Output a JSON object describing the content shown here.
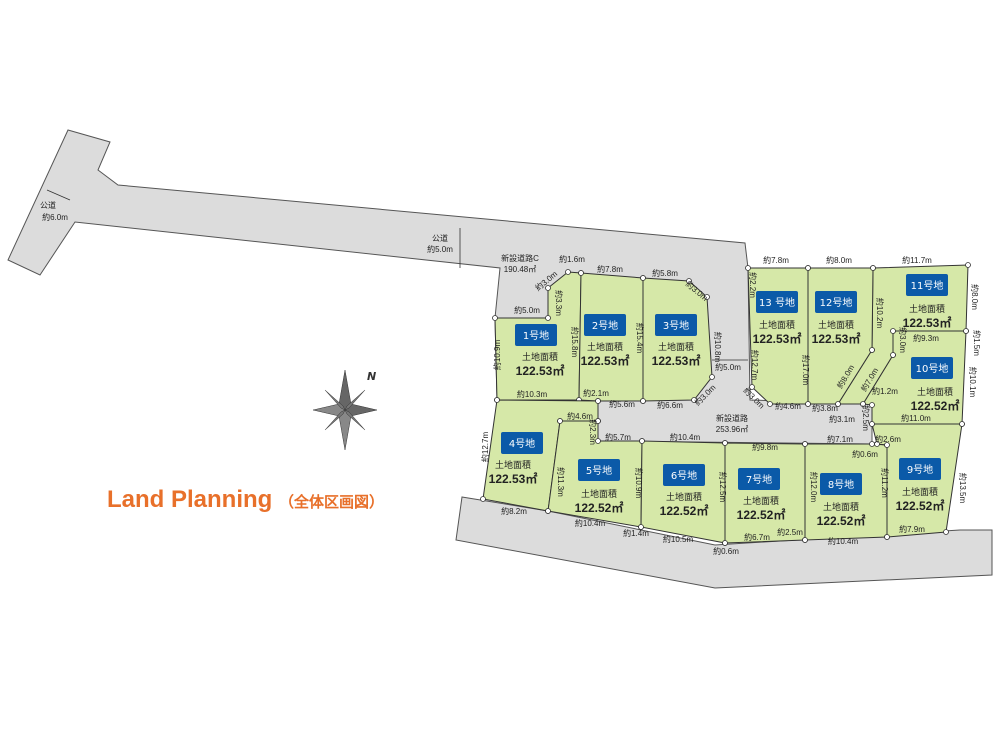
{
  "title": {
    "main": "Land Planning",
    "sub": "（全体区画図）"
  },
  "colors": {
    "lot_fill": "#d6e8a8",
    "road_fill": "#dcdcdc",
    "badge": "#0b5aa8",
    "title": "#e8702a"
  },
  "compass": {
    "label": "N"
  },
  "area_heading": "土地面積",
  "lots": [
    {
      "name": "1号地",
      "area": "122.53㎡"
    },
    {
      "name": "2号地",
      "area": "122.53㎡"
    },
    {
      "name": "3号地",
      "area": "122.53㎡"
    },
    {
      "name": "4号地",
      "area": "122.53㎡"
    },
    {
      "name": "5号地",
      "area": "122.52㎡"
    },
    {
      "name": "6号地",
      "area": "122.52㎡"
    },
    {
      "name": "7号地",
      "area": "122.52㎡"
    },
    {
      "name": "8号地",
      "area": "122.52㎡"
    },
    {
      "name": "9号地",
      "area": "122.52㎡"
    },
    {
      "name": "10号地",
      "area": "122.52㎡"
    },
    {
      "name": "11号地",
      "area": "122.53㎡"
    },
    {
      "name": "12号地",
      "area": "122.53㎡"
    },
    {
      "name": "13 号地",
      "area": "122.53㎡"
    }
  ],
  "roads": {
    "public_road_1": {
      "label": "公道",
      "width": "約6.0m"
    },
    "public_road_2": {
      "label": "公道",
      "width": "約5.0m"
    },
    "new_road_c": {
      "label": "新設道路C",
      "area": "190.48㎡"
    },
    "new_road": {
      "label": "新設道路",
      "area": "253.96㎡"
    }
  },
  "dimensions": [
    "約1.6m",
    "約3.0m",
    "約7.8m",
    "約5.8m",
    "約3.0m",
    "約3.3m",
    "約5.0m",
    "約10.9m",
    "約15.8m",
    "約15.4m",
    "約10.8m",
    "約5.0m",
    "約10.3m",
    "約2.1m",
    "約5.6m",
    "約6.6m",
    "約3.0m",
    "約4.6m",
    "約2.3m",
    "約5.7m",
    "約10.4m",
    "約9.8m",
    "約7.1m",
    "約2.6m",
    "約0.6m",
    "約12.7m",
    "約11.3m",
    "約10.9m",
    "約12.5m",
    "約12.0m",
    "約11.2m",
    "約13.5m",
    "約8.2m",
    "約10.4m",
    "約1.4m",
    "約10.5m",
    "約0.6m",
    "約6.7m",
    "約2.5m",
    "約10.4m",
    "約7.9m",
    "約7.8m",
    "約8.0m",
    "約11.7m",
    "約2.2m",
    "約12.7m",
    "約17.0m",
    "約10.2m",
    "約8.0m",
    "約7.0m",
    "約3.0m",
    "約9.3m",
    "約8.0m",
    "約1.5m",
    "約10.1m",
    "約1.2m",
    "約3.0m",
    "約4.6m",
    "約3.8m",
    "約3.1m",
    "約2.5m",
    "約11.0m"
  ]
}
